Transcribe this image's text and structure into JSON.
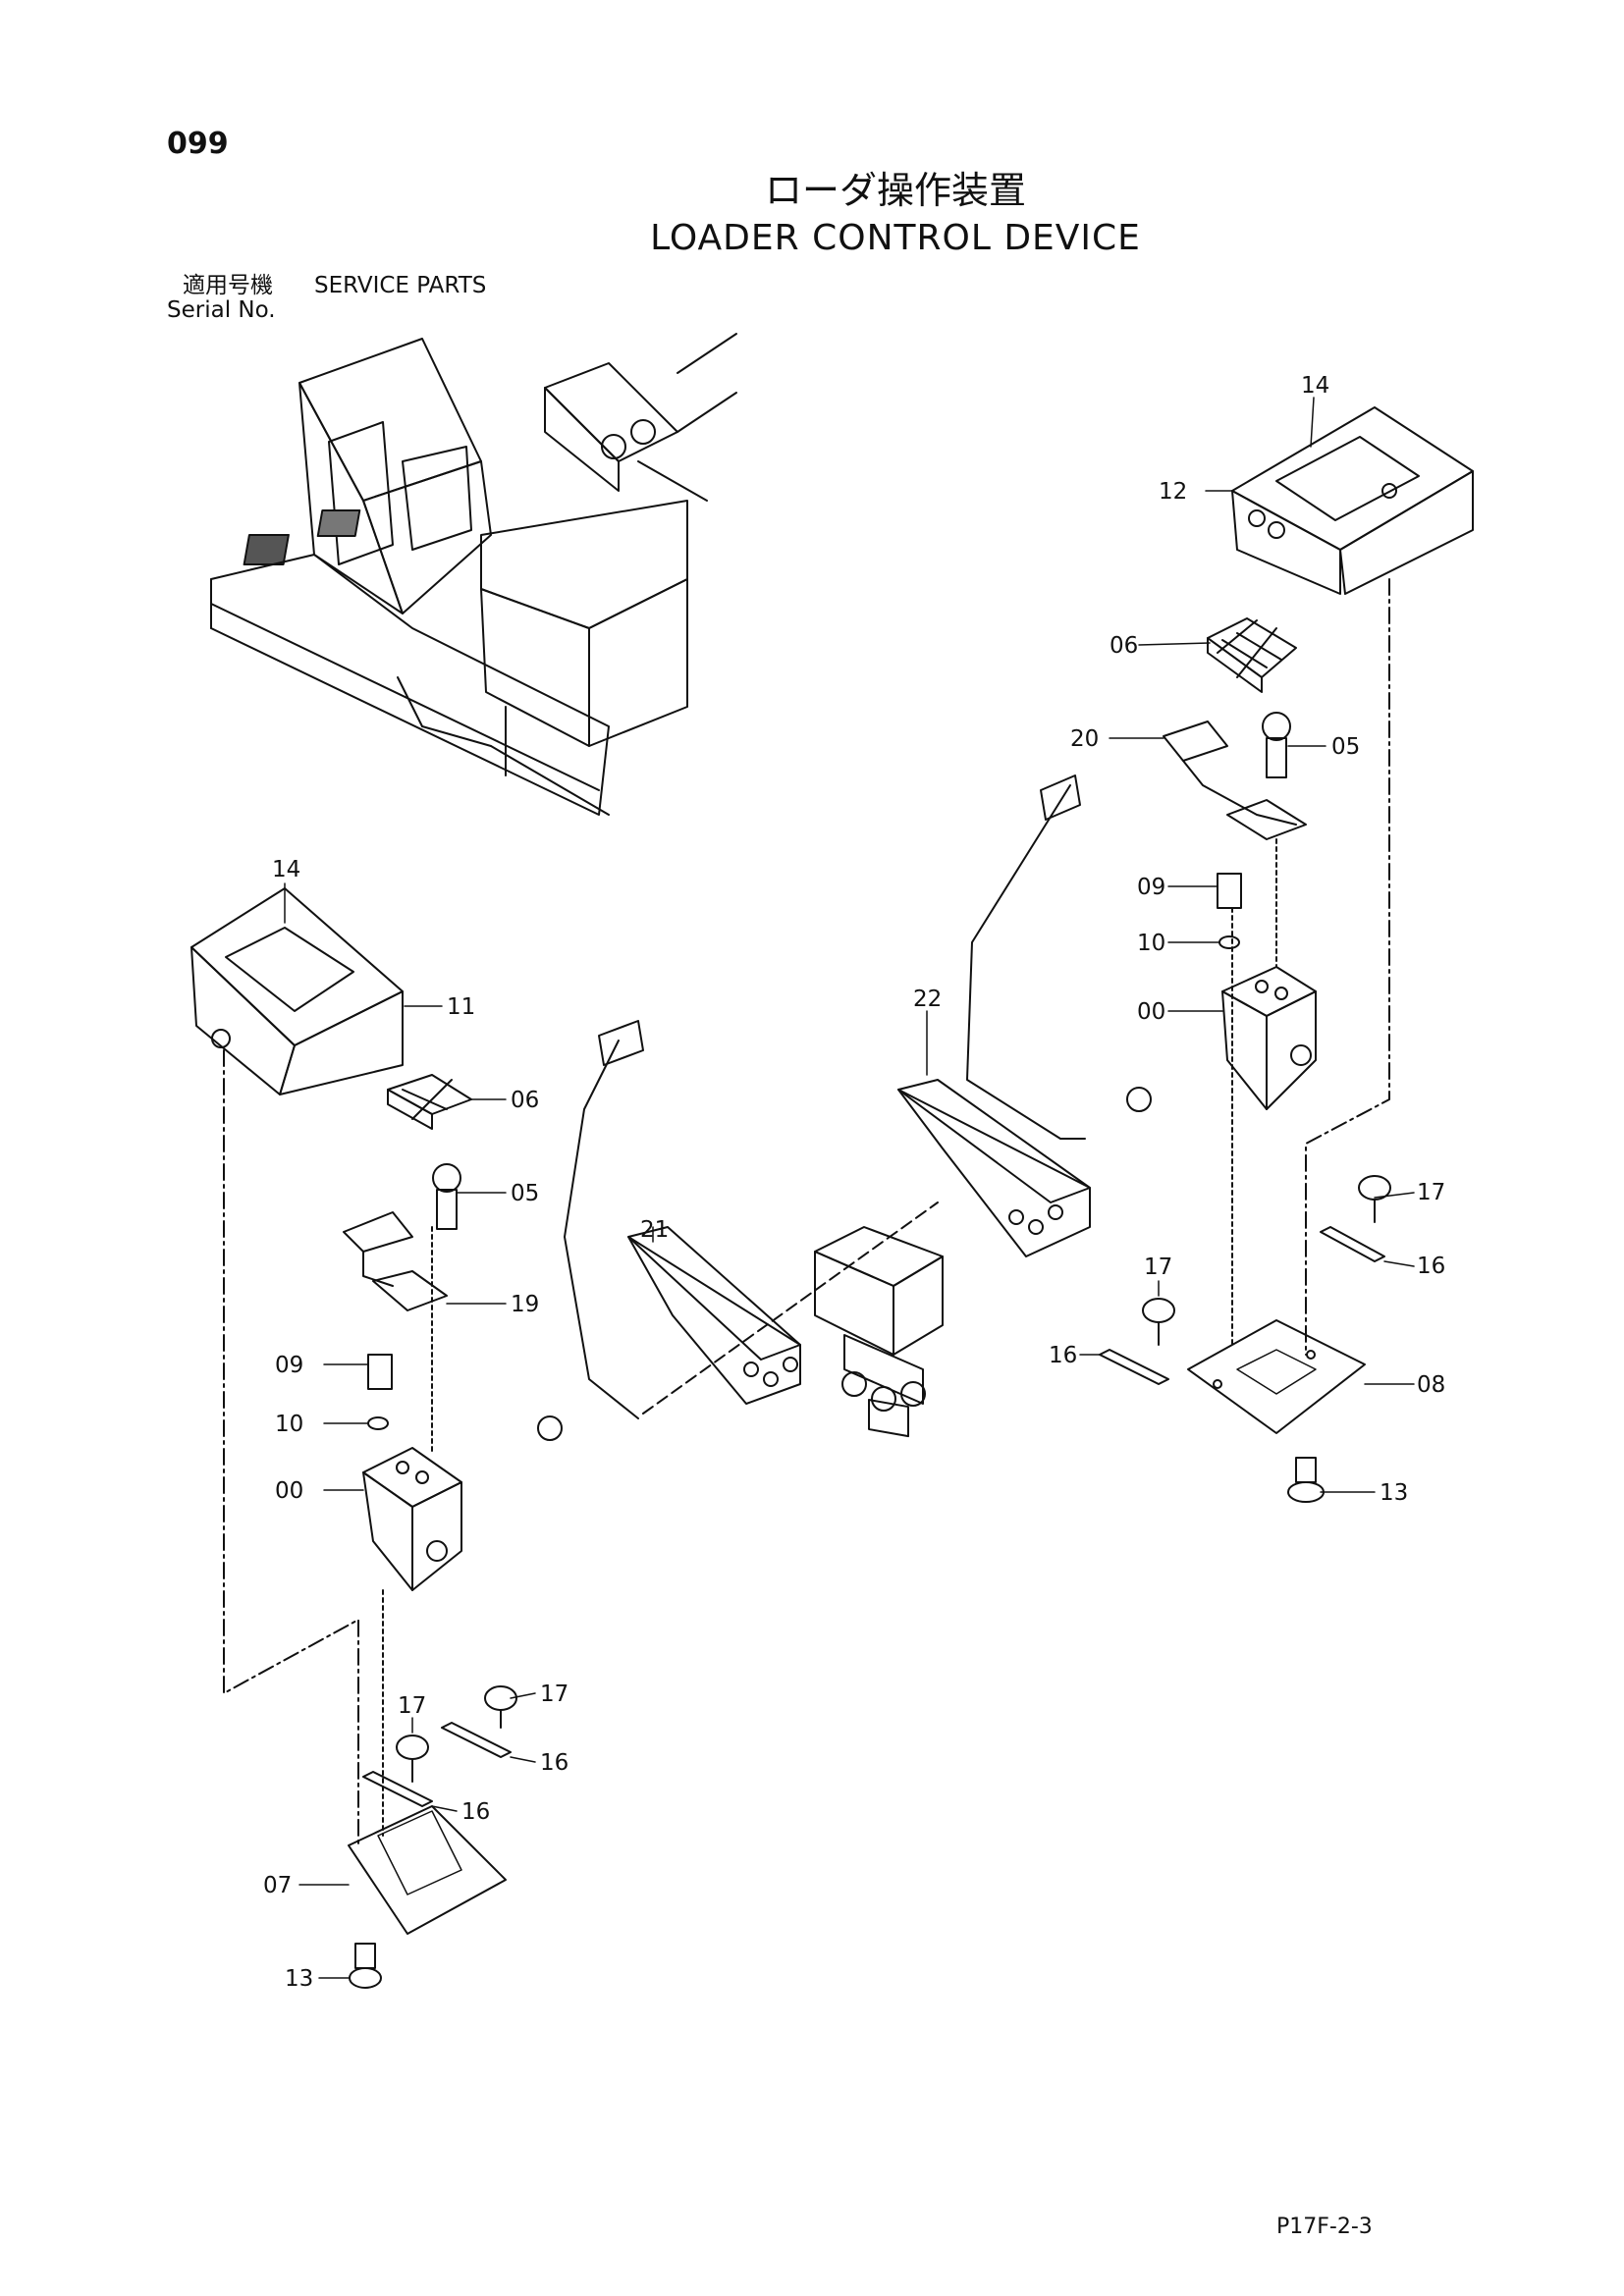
{
  "header": {
    "page_number": "099",
    "title_jp": "ローダ操作装置",
    "title_en": "LOADER CONTROL DEVICE",
    "serial_label_jp": "適用号機",
    "serial_label_en": "Serial No.",
    "serial_value": "SERVICE PARTS"
  },
  "footer": {
    "page_code": "P17F-2-3"
  },
  "callouts": [
    {
      "id": "c-14-right",
      "label": "14"
    },
    {
      "id": "c-12",
      "label": "12"
    },
    {
      "id": "c-06-right",
      "label": "06"
    },
    {
      "id": "c-20",
      "label": "20"
    },
    {
      "id": "c-05-right",
      "label": "05"
    },
    {
      "id": "c-09-right",
      "label": "09"
    },
    {
      "id": "c-10-right",
      "label": "10"
    },
    {
      "id": "c-00-right",
      "label": "00"
    },
    {
      "id": "c-22",
      "label": "22"
    },
    {
      "id": "c-14-left",
      "label": "14"
    },
    {
      "id": "c-11",
      "label": "11"
    },
    {
      "id": "c-06-left",
      "label": "06"
    },
    {
      "id": "c-05-left",
      "label": "05"
    },
    {
      "id": "c-21",
      "label": "21"
    },
    {
      "id": "c-19",
      "label": "19"
    },
    {
      "id": "c-17-r1",
      "label": "17"
    },
    {
      "id": "c-16-r1",
      "label": "16"
    },
    {
      "id": "c-17-r2",
      "label": "17"
    },
    {
      "id": "c-16-r2",
      "label": "16"
    },
    {
      "id": "c-08",
      "label": "08"
    },
    {
      "id": "c-13-right",
      "label": "13"
    },
    {
      "id": "c-09-left",
      "label": "09"
    },
    {
      "id": "c-10-left",
      "label": "10"
    },
    {
      "id": "c-00-left",
      "label": "00"
    },
    {
      "id": "c-17-l1",
      "label": "17"
    },
    {
      "id": "c-17-l2",
      "label": "17"
    },
    {
      "id": "c-16-l1",
      "label": "16"
    },
    {
      "id": "c-16-l2",
      "label": "16"
    },
    {
      "id": "c-07",
      "label": "07"
    },
    {
      "id": "c-13-left",
      "label": "13"
    }
  ]
}
